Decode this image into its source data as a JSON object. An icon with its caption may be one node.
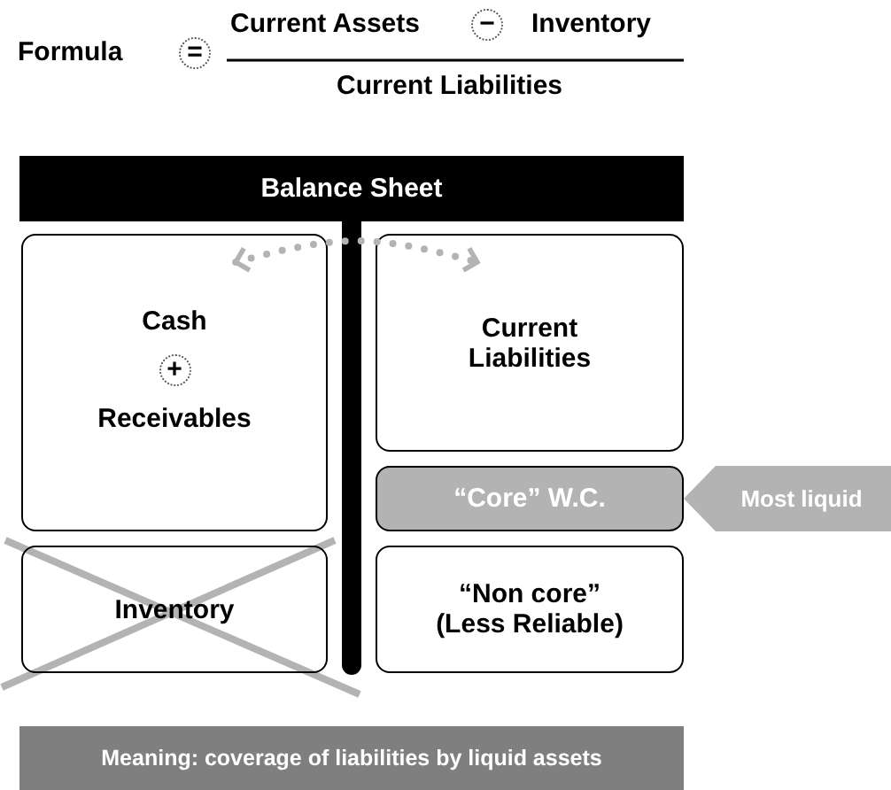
{
  "diagram": {
    "nodes": [
      {
        "text": [
          "Balance Sheet"
        ]
      },
      {
        "text": [
          "Cash",
          "+",
          "Receivables"
        ]
      },
      {
        "text": [
          "Inventory"
        ]
      },
      {
        "text": [
          "Current Liabilities"
        ]
      },
      {
        "text": [
          "“Core” W.C."
        ]
      },
      {
        "text": [
          "“Non core” (Less Reliable)"
        ]
      },
      {
        "text": [
          "Most liquid"
        ]
      },
      {
        "text": [
          "Meaning: coverage of liabilities by liquid assets"
        ]
      }
    ],
    "edges": [
      {
        "from": 1,
        "to": 3,
        "arrow": "both",
        "style": "dashed"
      }
    ],
    "labels": [
      "Formula",
      "=",
      "Current Assets",
      "−",
      "Inventory",
      "Current Liabilities"
    ]
  }
}
